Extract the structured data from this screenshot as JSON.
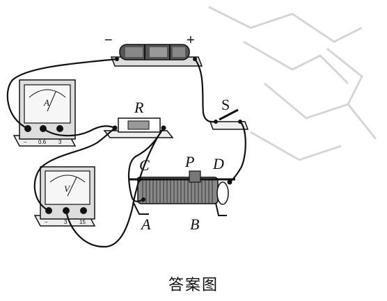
{
  "battery": {
    "neg_sign": "−",
    "pos_sign": "+"
  },
  "resistor": {
    "label": "R"
  },
  "switch": {
    "label": "S"
  },
  "rheostat": {
    "labels": {
      "c": "C",
      "p": "P",
      "d": "D",
      "a": "A",
      "b": "B"
    }
  },
  "ammeter": {
    "symbol": "A",
    "terminals": [
      "−",
      "0.6",
      "3"
    ]
  },
  "voltmeter": {
    "symbol": "V",
    "terminals": [
      "−",
      "3",
      "15"
    ]
  },
  "caption": "答案图"
}
